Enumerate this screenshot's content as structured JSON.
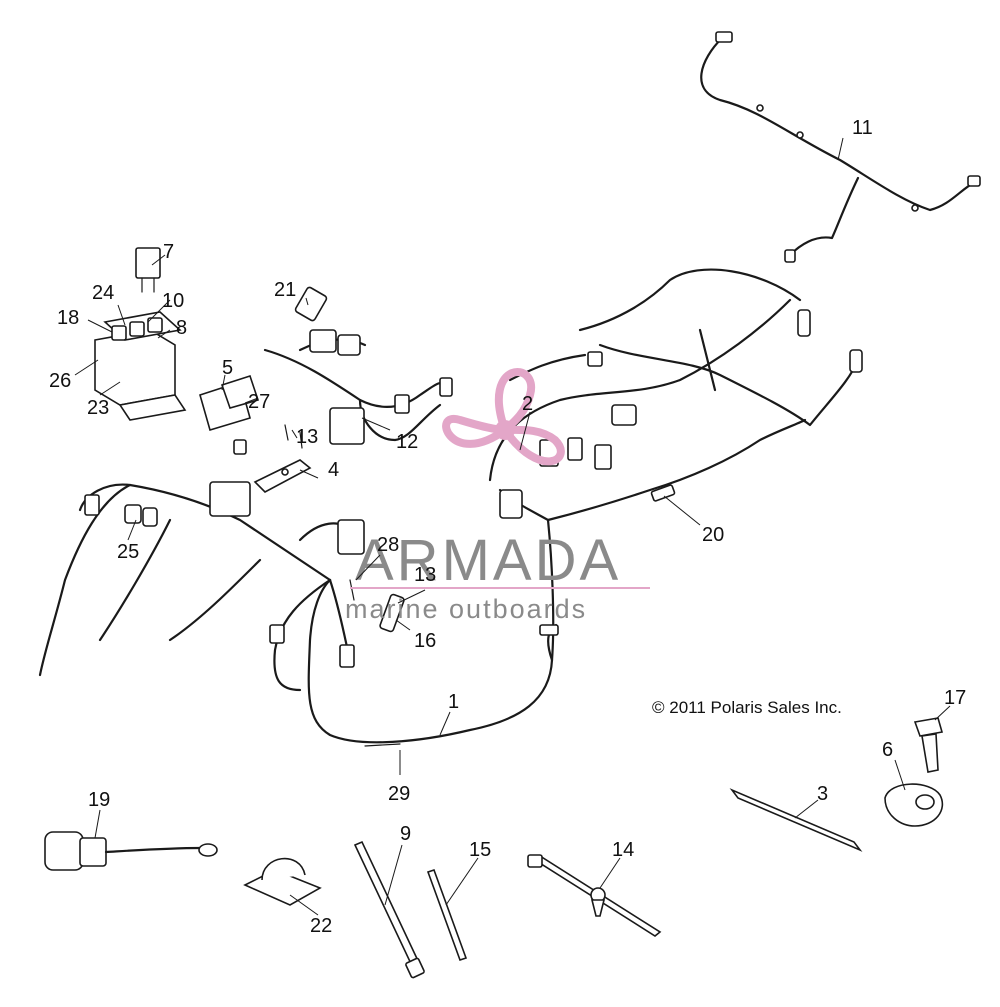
{
  "callouts": {
    "c1": "1",
    "c2": "2",
    "c3": "3",
    "c4": "4",
    "c5": "5",
    "c6": "6",
    "c7": "7",
    "c8": "8",
    "c9": "9",
    "c10": "10",
    "c11": "11",
    "c12": "12",
    "c13a": "13",
    "c13b": "13",
    "c14": "14",
    "c15": "15",
    "c16": "16",
    "c17": "17",
    "c18": "18",
    "c19": "19",
    "c20": "20",
    "c21": "21",
    "c22": "22",
    "c23": "23",
    "c24": "24",
    "c25": "25",
    "c26": "26",
    "c27": "27",
    "c28": "28",
    "c29": "29"
  },
  "copyright": "© 2011 Polaris Sales Inc.",
  "watermark": {
    "title": "ARMADA",
    "subtitle": "marine outboards",
    "accent_color": "#e3a6c8",
    "text_color": "#8a8a8a"
  }
}
